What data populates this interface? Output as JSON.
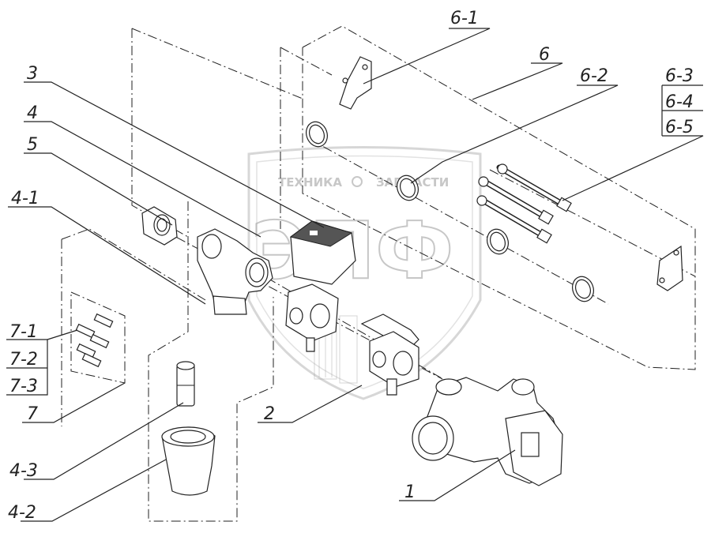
{
  "watermark": {
    "brand_top": "ТЕХНИКА",
    "brand_top_2": "ЗАПЧАСТИ",
    "brand_big": "ЭПФ"
  },
  "callouts": {
    "c_6_1": "6-1",
    "c_6": "6",
    "c_6_2": "6-2",
    "c_6_3": "6-3",
    "c_6_4": "6-4",
    "c_6_5": "6-5",
    "c_3": "3",
    "c_4": "4",
    "c_5": "5",
    "c_4_1": "4-1",
    "c_7_1": "7-1",
    "c_7_2": "7-2",
    "c_7_3": "7-3",
    "c_7": "7",
    "c_2": "2",
    "c_1": "1",
    "c_4_3": "4-3",
    "c_4_2": "4-2"
  }
}
